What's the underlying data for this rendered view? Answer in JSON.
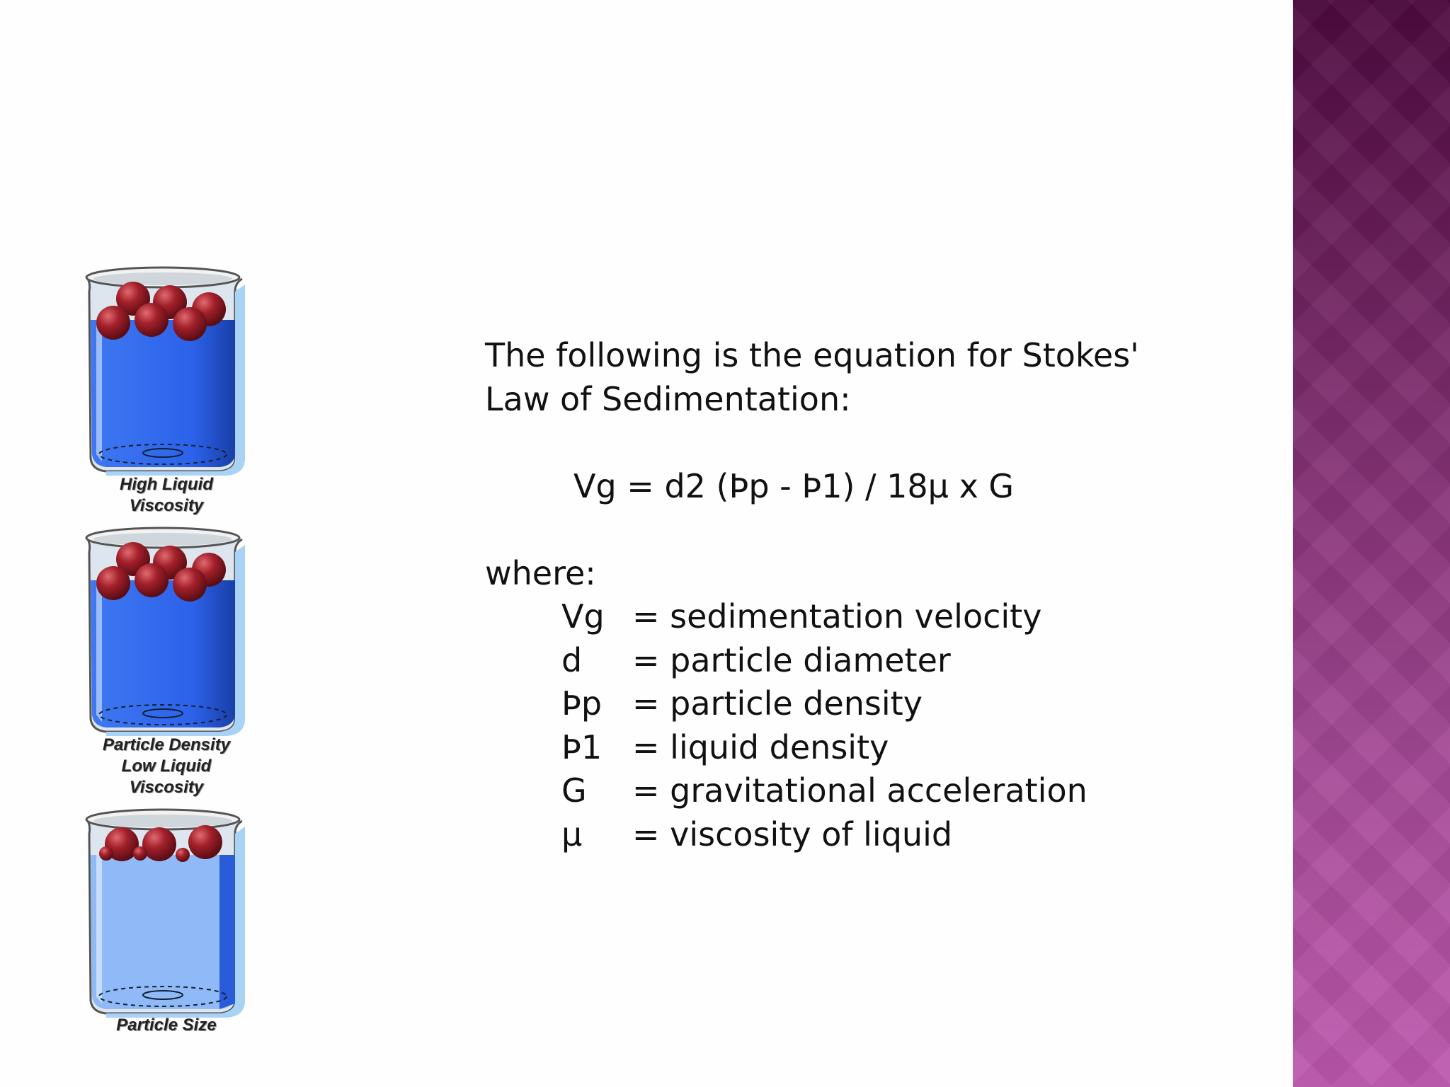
{
  "intro": {
    "line1": "The following is the equation for Stokes'",
    "line2": "Law of Sedimentation:"
  },
  "formula": "Vg = d2 (Þp - Þ1) / 18µ x G",
  "where_label": "where:",
  "definitions": [
    {
      "symbol": "Vg",
      "meaning": "= sedimentation velocity"
    },
    {
      "symbol": "d",
      "meaning": "= particle diameter"
    },
    {
      "symbol": "Þp",
      "meaning": "= particle density"
    },
    {
      "symbol": "Þ1",
      "meaning": "= liquid density"
    },
    {
      "symbol": "G",
      "meaning": "= gravitational acceleration"
    },
    {
      "symbol": "µ",
      "meaning": "= viscosity of liquid"
    }
  ],
  "beakers": [
    {
      "caption_lines": [
        "High Liquid",
        "Viscosity"
      ]
    },
    {
      "caption_lines": [
        "Particle Density",
        "Low Liquid",
        "Viscosity"
      ]
    },
    {
      "caption_lines": [
        "Particle Size"
      ]
    }
  ],
  "colors": {
    "accent_bar_top": "#4d0a3e",
    "accent_bar_bottom": "#bd58ad",
    "liquid_dark": "#2f6af0",
    "liquid_light": "#8fbaf7",
    "particle": "#a0202a"
  }
}
